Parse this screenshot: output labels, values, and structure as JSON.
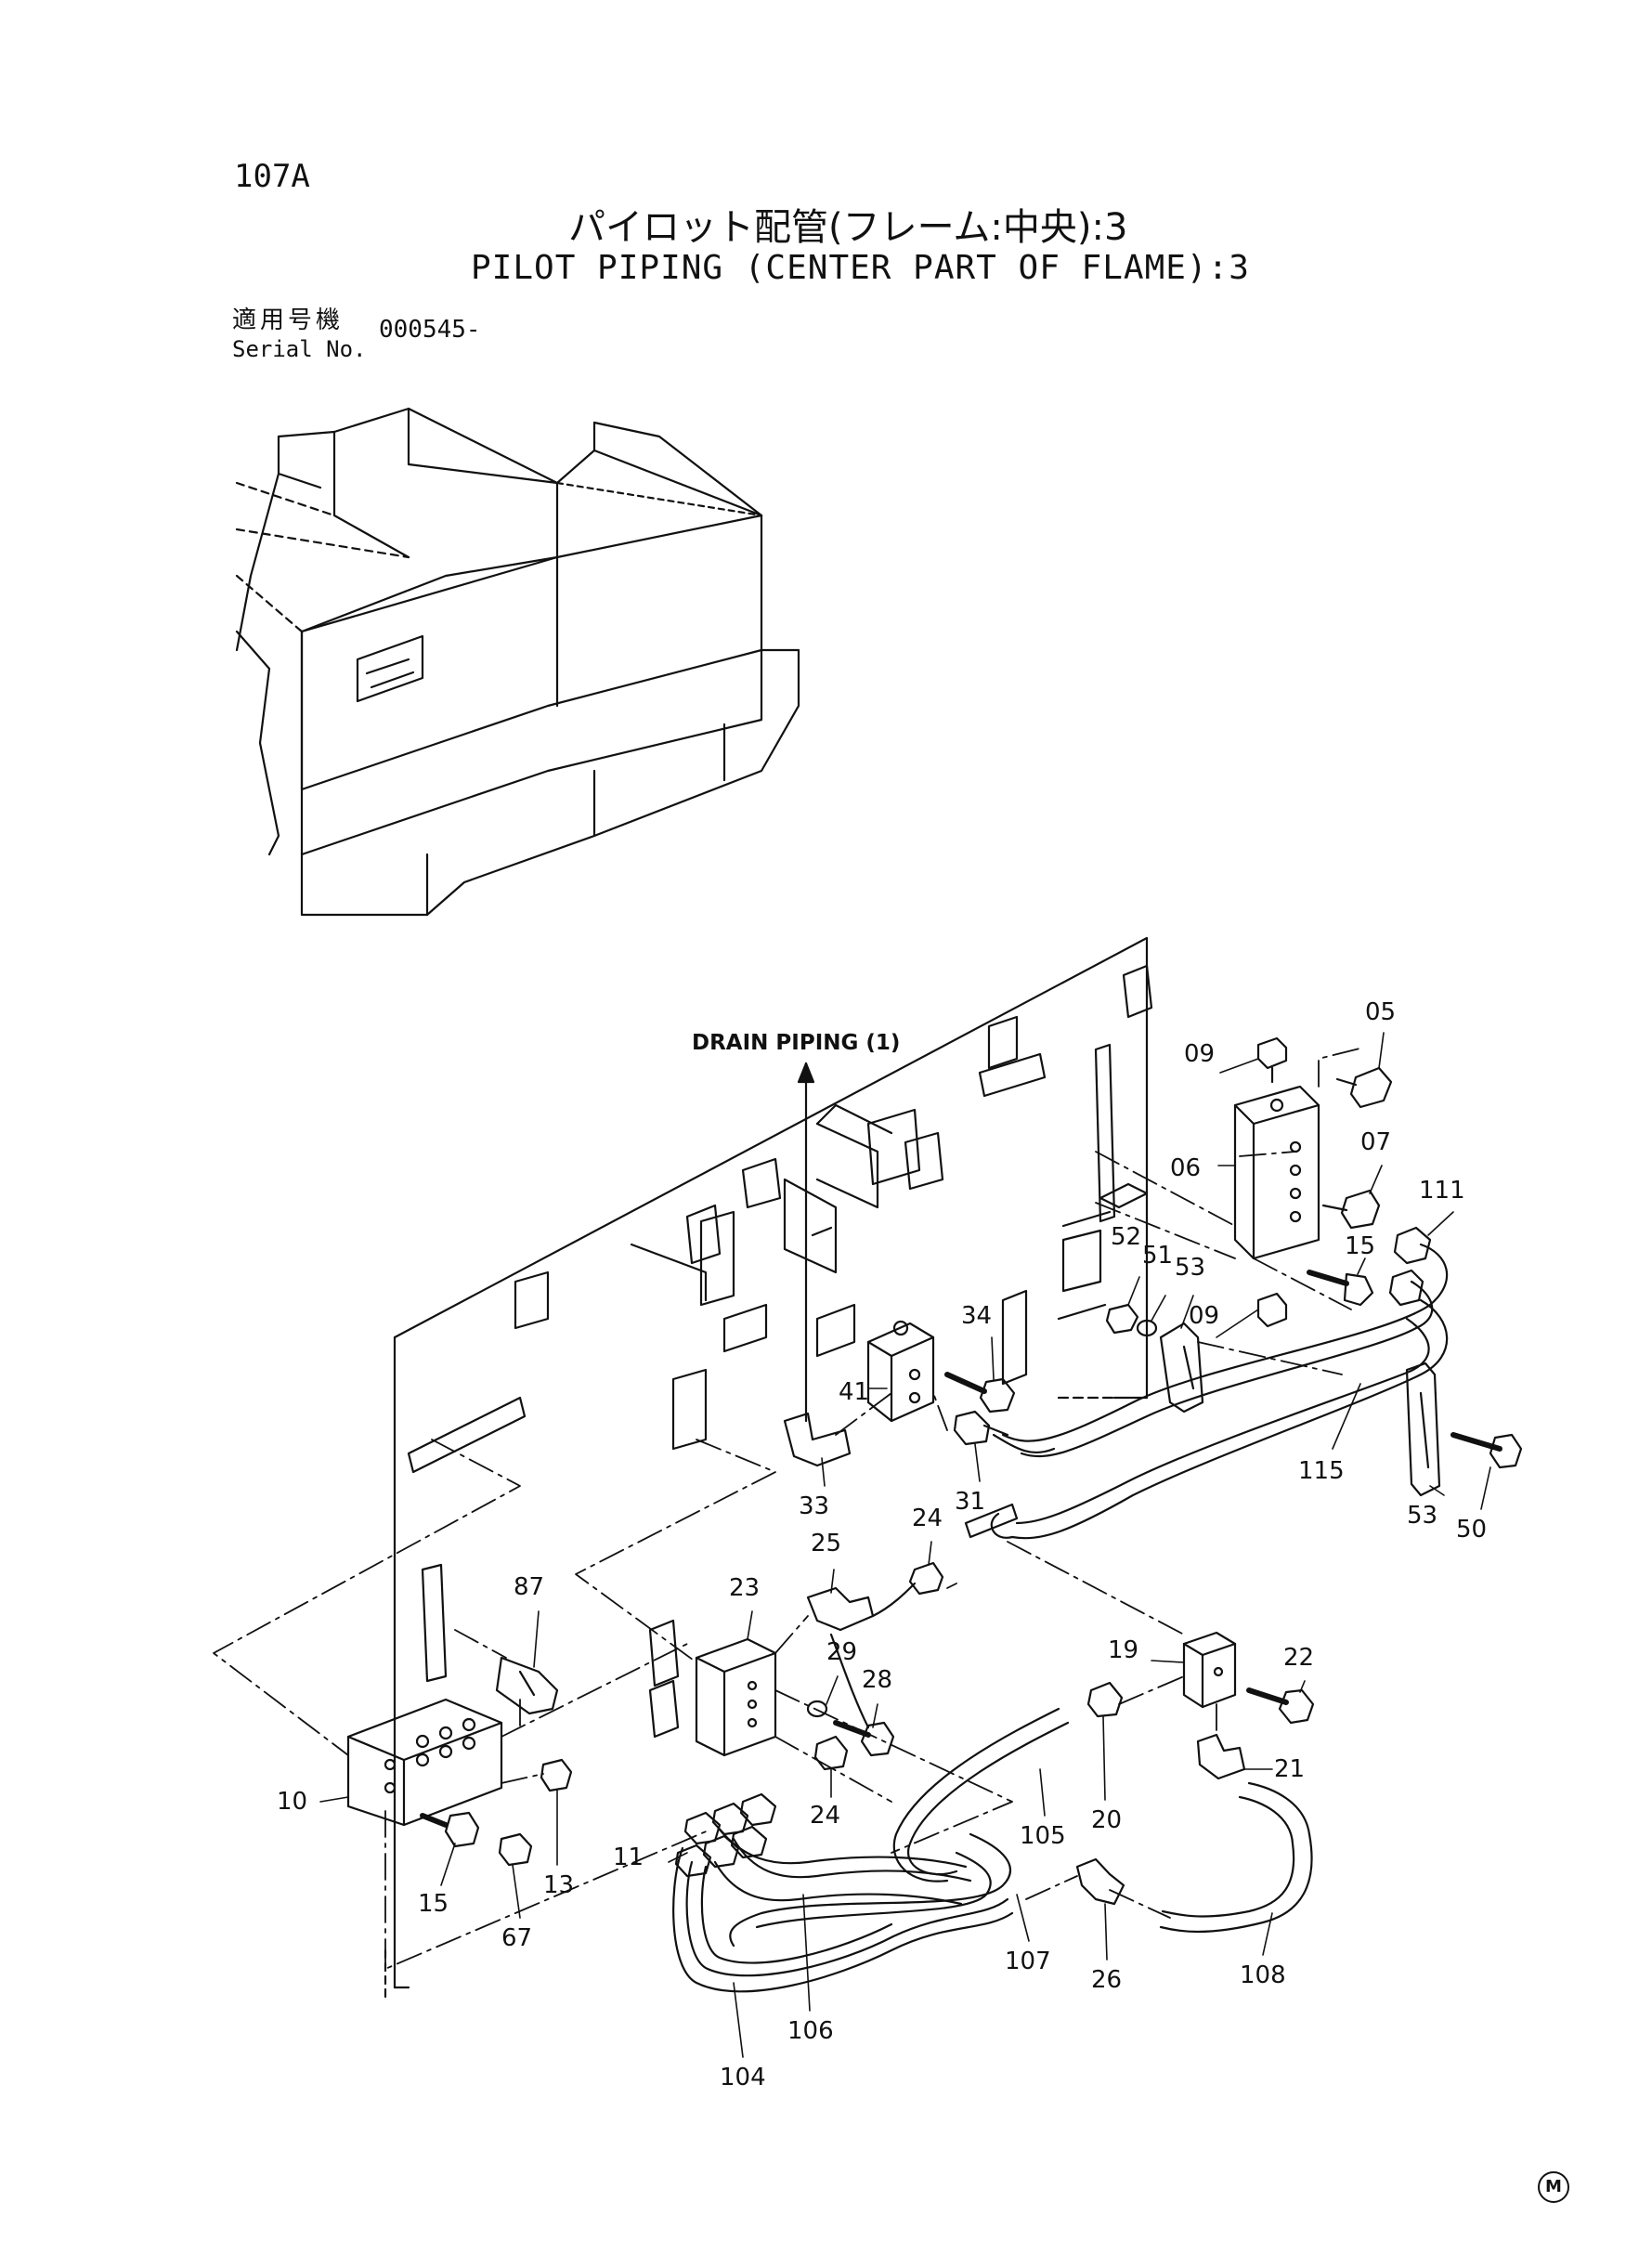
{
  "header": {
    "page_number": "107A",
    "title_jp": "パイロット配管(フレーム:中央):3",
    "title_en": "PILOT PIPING (CENTER PART OF FLAME):3",
    "serial_label_jp": "適用号機",
    "serial_label_en": "Serial No.",
    "serial_value": "000545-"
  },
  "note": {
    "drain_piping": "DRAIN PIPING (1)"
  },
  "corner_mark": "M",
  "callouts": {
    "c05": "05",
    "c09a": "09",
    "c06": "06",
    "c07": "07",
    "c111": "111",
    "c15a": "15",
    "c52": "52",
    "c51": "51",
    "c53a": "53",
    "c09b": "09",
    "c34": "34",
    "c41": "41",
    "c33": "33",
    "c31": "31",
    "c115": "115",
    "c53b": "53",
    "c50": "50",
    "c25": "25",
    "c24a": "24",
    "c87": "87",
    "c23": "23",
    "c29": "29",
    "c28": "28",
    "c19": "19",
    "c22": "22",
    "c21": "21",
    "c10": "10",
    "c13": "13",
    "c15b": "15",
    "c67": "67",
    "c11": "11",
    "c24b": "24",
    "c105": "105",
    "c20": "20",
    "c107": "107",
    "c26": "26",
    "c108": "108",
    "c106": "106",
    "c104": "104"
  }
}
